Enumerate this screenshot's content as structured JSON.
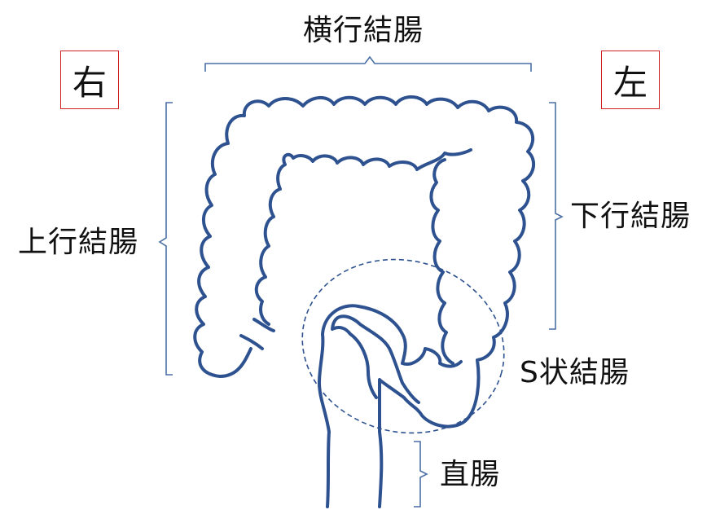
{
  "labels": {
    "transverse_colon": "横行結腸",
    "ascending_colon": "上行結腸",
    "descending_colon": "下行結腸",
    "sigmoid_colon": "S状結腸",
    "rectum": "直腸"
  },
  "sides": {
    "right": "右",
    "left": "左"
  },
  "colors": {
    "colon_outline": "#2e5290",
    "bracket": "#4a6fa5",
    "side_box_border": "#d02020",
    "sigmoid_dashed_ellipse": "#2e5290"
  }
}
